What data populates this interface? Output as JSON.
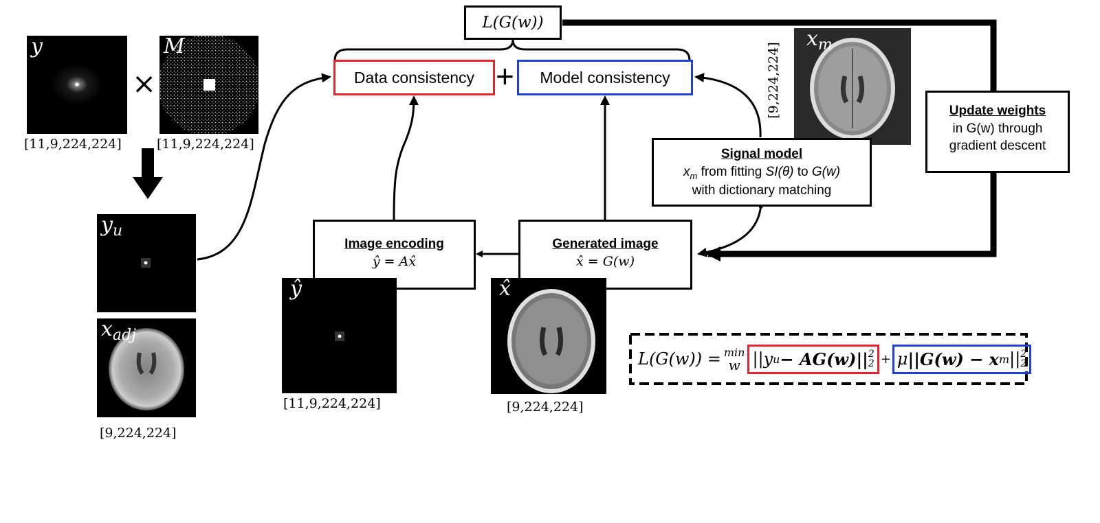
{
  "inputs": {
    "y": {
      "label": "y",
      "dims": "[11,9,224,224]"
    },
    "M": {
      "label": "M",
      "dims": "[11,9,224,224]"
    },
    "times": "×",
    "yu": {
      "label": "y",
      "sub": "u"
    },
    "xadj": {
      "label": "x",
      "sub": "adj",
      "dims": "[9,224,224]"
    }
  },
  "loss_label": {
    "main": "L(G(w))"
  },
  "consistency": {
    "data": "Data consistency",
    "plus": "+",
    "model": "Model consistency"
  },
  "xm_image": {
    "label": "x",
    "sub": "m",
    "dims": "[9,224,224]"
  },
  "update_box": {
    "title": "Update weights",
    "line1": "in G(w) through",
    "line2": "gradient descent"
  },
  "signal_box": {
    "title": "Signal model",
    "line1_a": "x",
    "line1_sub": "m",
    "line1_b": " from fitting ",
    "line1_c": "SI(θ)",
    "line1_d": " to ",
    "line1_e": "G(w)",
    "line2": "with dictionary matching"
  },
  "encoding_box": {
    "title": "Image encoding",
    "formula": "ŷ = Ax̂"
  },
  "generated_box": {
    "title": "Generated image",
    "formula": "x̂ = G(w)"
  },
  "yhat_image": {
    "label": "ŷ",
    "dims": "[11,9,224,224]"
  },
  "xhat_image": {
    "label": "x̂",
    "dims": "[9,224,224]"
  },
  "equation": {
    "lhs": "L(G(w)) =",
    "min": "min",
    "min_sub": "w",
    "data_term": "||y",
    "data_term_sub": "u",
    "data_term_b": " − AG(w)||",
    "data_sup": "2",
    "data_sub2": "2",
    "plus": "+",
    "mu": "μ",
    "model_term": "||G(w) − x",
    "model_term_sub": "m",
    "model_term_b": "||",
    "model_sup": "2",
    "model_sub2": "2"
  },
  "colors": {
    "data": "#e8212b",
    "model": "#1f3fd9",
    "line": "#000000"
  }
}
